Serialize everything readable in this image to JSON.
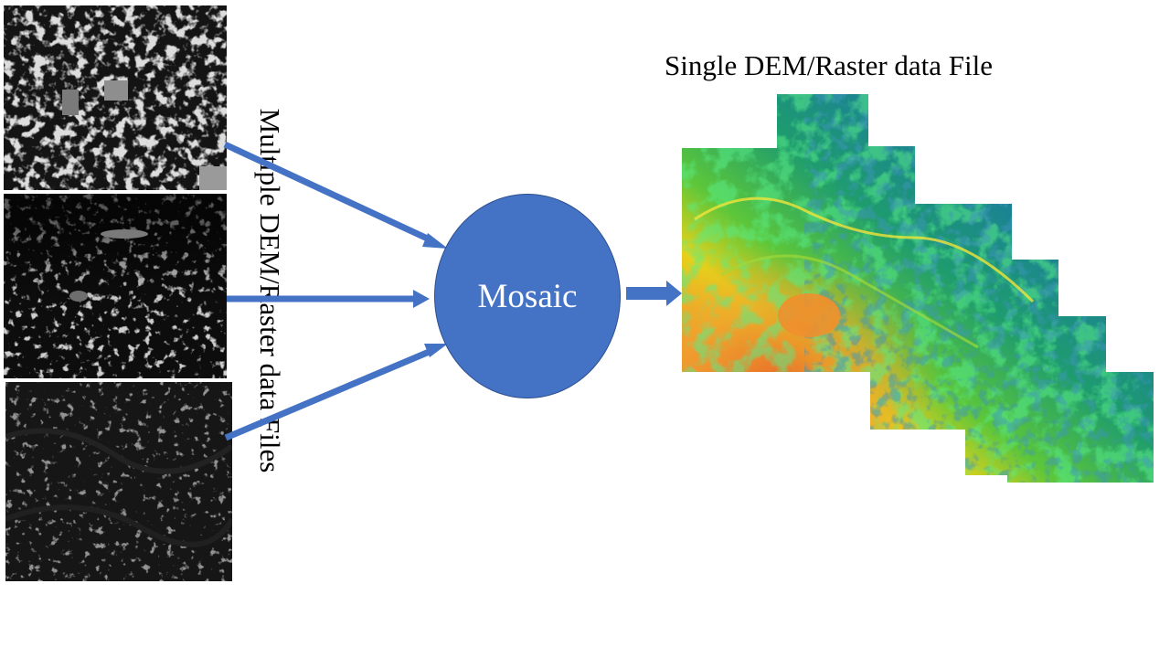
{
  "diagram": {
    "input_label": "Multiple DEM/Raster data Files",
    "process_label": "Mosaic",
    "output_label": "Single DEM/Raster data File"
  },
  "colors": {
    "arrow": "#4472c4",
    "node_fill": "#4472c4",
    "node_text": "#ffffff",
    "tile_background": "#121212",
    "dem_low": "#e8662a",
    "dem_mid": "#4cc23a",
    "dem_high": "#1d5a8c"
  }
}
